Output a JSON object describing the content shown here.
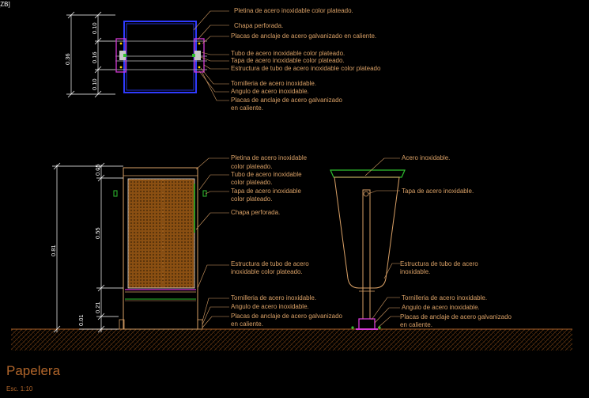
{
  "corner_mark": "[ZB]",
  "title": "Papelera",
  "scale": "Esc. 1:10",
  "plan_view": {
    "labels": [
      "Pletina de acero inoxidable color plateado.",
      "Chapa perforada.",
      "Placas de anclaje de acero galvanizado en caliente.",
      "Tubo de acero inoxidable color plateado.",
      "Tapa de acero inoxidable color plateado.",
      "Estructura de tubo de acero inoxidable color plateado",
      "Tornilleria de acero inoxidable.",
      "Angulo de acero inoxidable.",
      "Placas de anclaje de acero galvanizado",
      "en caliente."
    ],
    "dims": [
      "0.10",
      "0.16",
      "0.10",
      "0.36"
    ]
  },
  "front_view": {
    "labels": [
      "Pletina de acero inoxidable",
      "color plateado.",
      "Tubo de acero inoxidable",
      "color plateado.",
      "Tapa de acero inoxidable",
      "color plateado.",
      "Chapa perforada.",
      "Estructura de tubo de acero",
      "inoxidable color plateado.",
      "Tornilleria de acero inoxidable.",
      "Angulo de acero inoxidable.",
      "Placas de anclaje de acero galvanizado",
      "en caliente."
    ],
    "dims": [
      "0.05",
      "0.55",
      "0.21",
      "0.81",
      "0.01"
    ]
  },
  "side_view": {
    "labels": [
      "Acero inoxidable.",
      "Tapa de acero inoxidable.",
      "Estructura de tubo de acero",
      "inoxidable.",
      "Tornilleria de acero inoxidable.",
      "Angulo de acero inoxidable.",
      "Placas de anclaje de acero galvanizado",
      "en caliente."
    ]
  }
}
